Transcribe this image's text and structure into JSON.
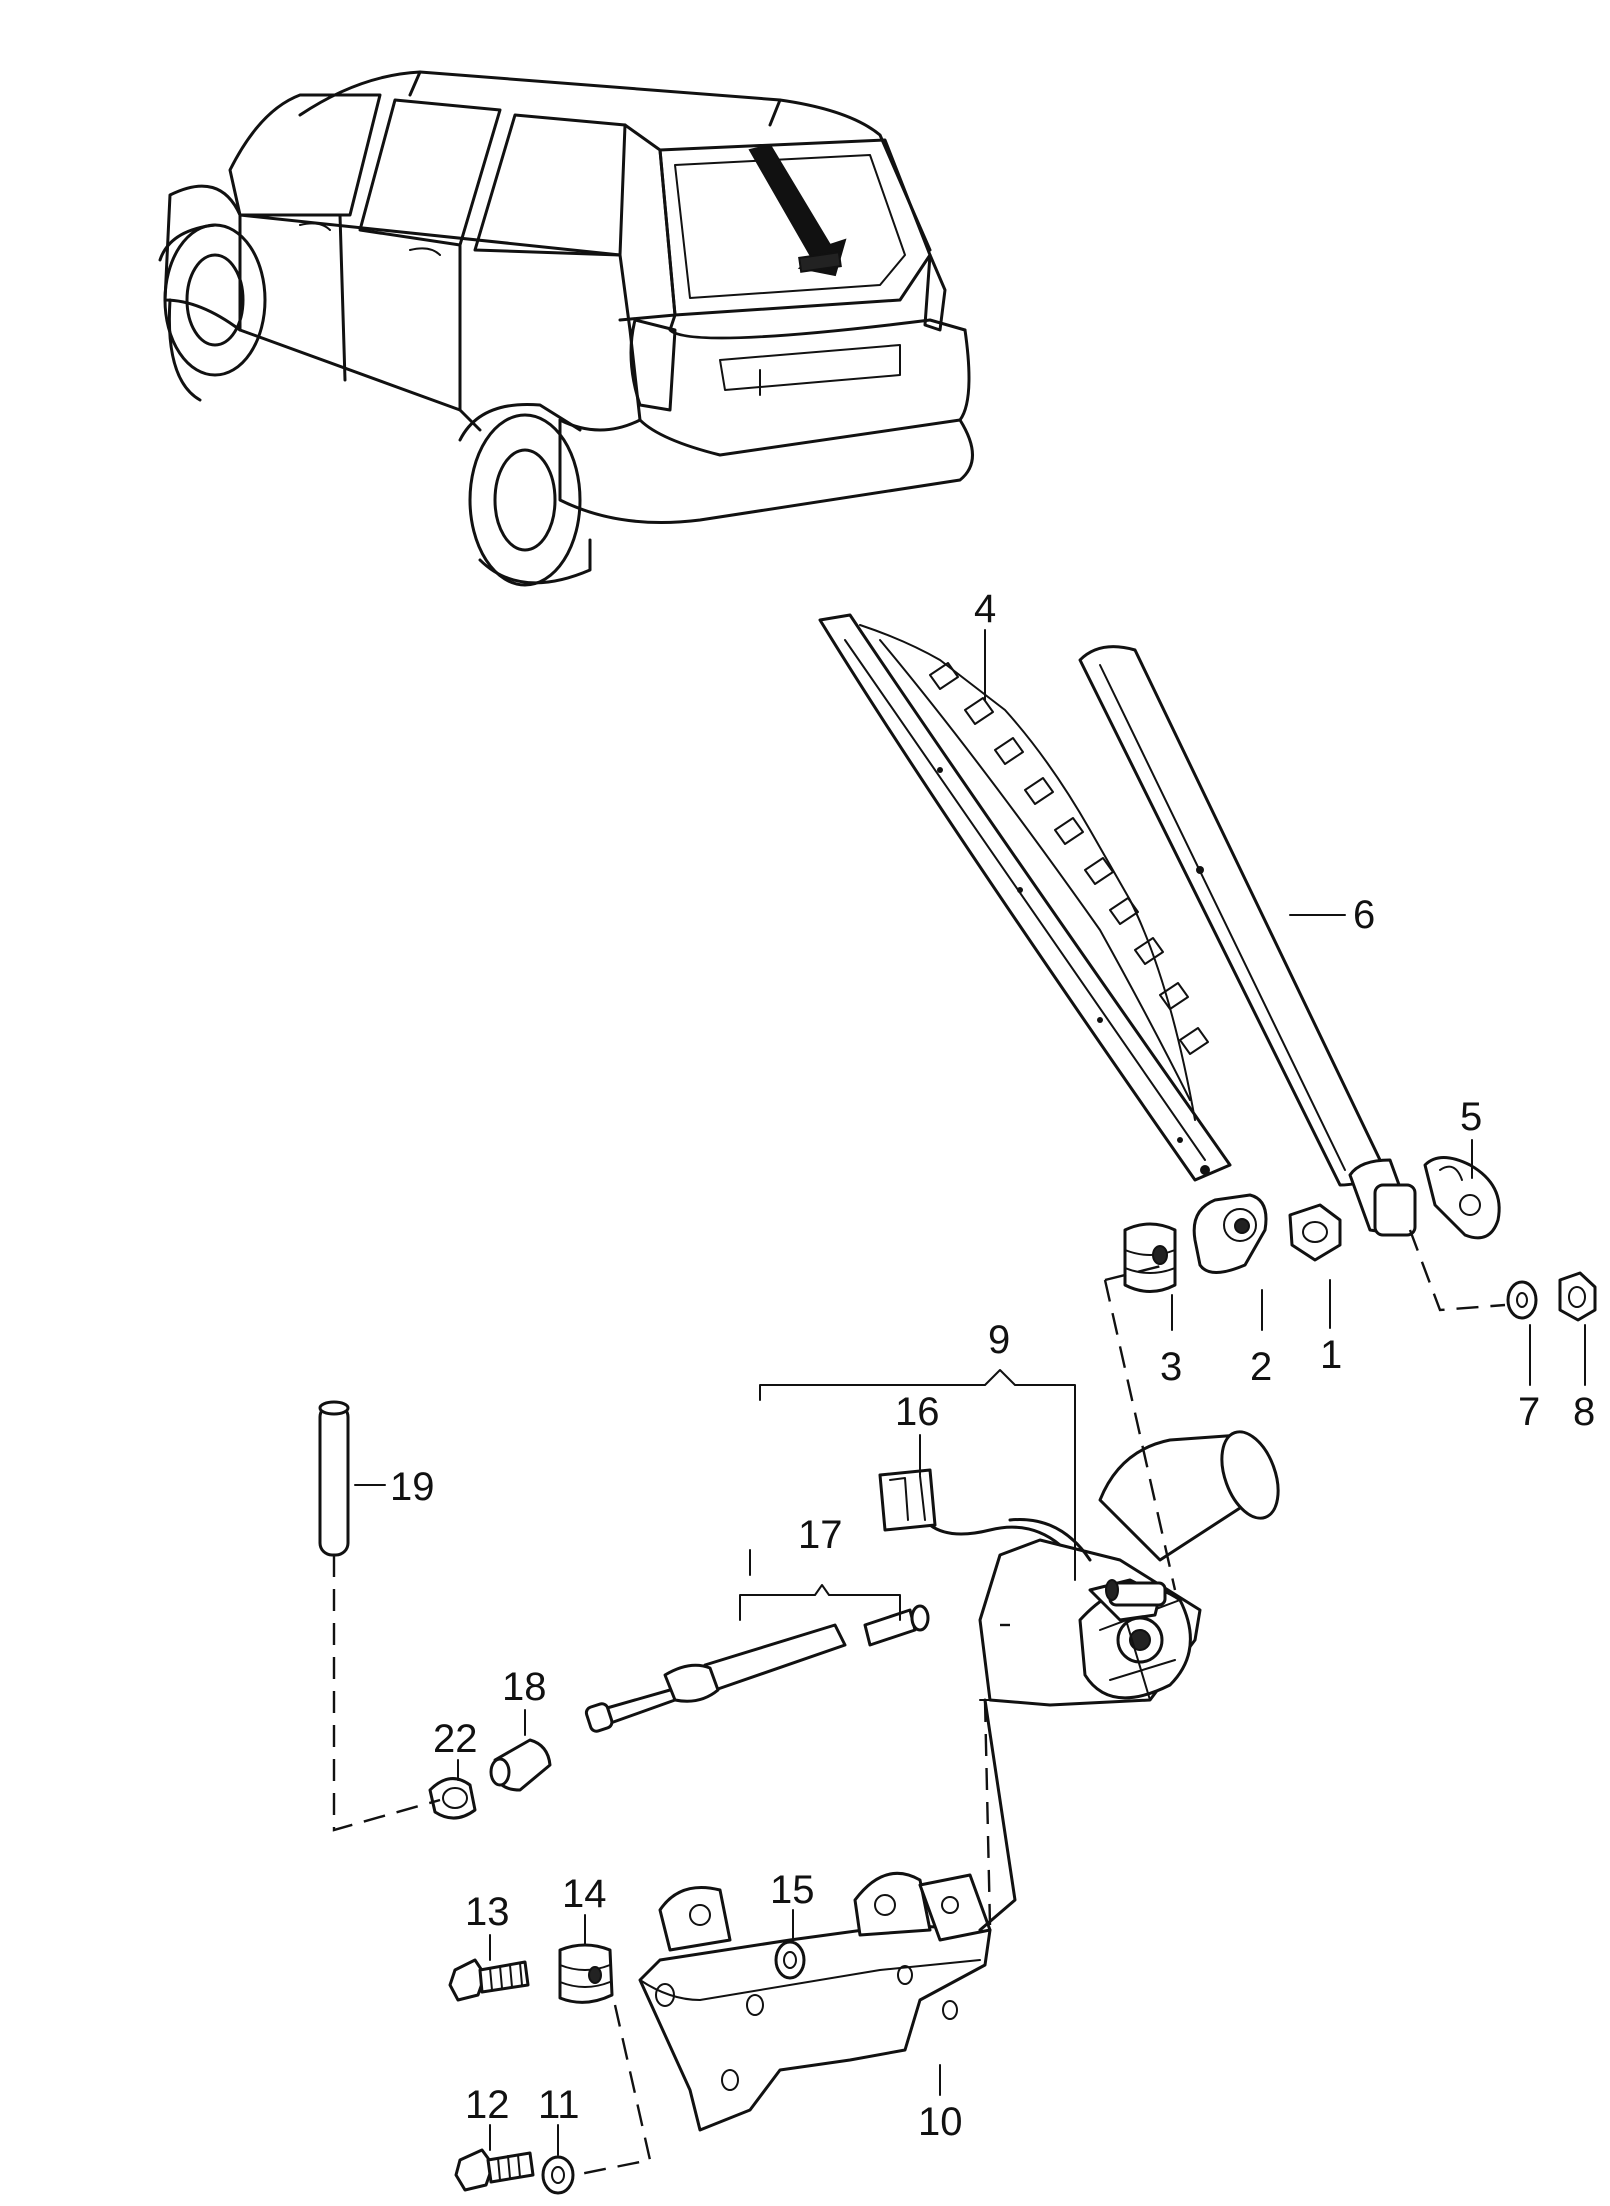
{
  "diagram": {
    "callouts": [
      {
        "id": "1",
        "text": "1"
      },
      {
        "id": "2",
        "text": "2"
      },
      {
        "id": "3",
        "text": "3"
      },
      {
        "id": "4",
        "text": "4"
      },
      {
        "id": "5",
        "text": "5"
      },
      {
        "id": "6",
        "text": "6"
      },
      {
        "id": "7",
        "text": "7"
      },
      {
        "id": "8",
        "text": "8"
      },
      {
        "id": "9",
        "text": "9"
      },
      {
        "id": "10",
        "text": "10"
      },
      {
        "id": "11",
        "text": "11"
      },
      {
        "id": "12",
        "text": "12"
      },
      {
        "id": "13",
        "text": "13"
      },
      {
        "id": "14",
        "text": "14"
      },
      {
        "id": "15",
        "text": "15"
      },
      {
        "id": "16",
        "text": "16"
      },
      {
        "id": "17",
        "text": "17"
      },
      {
        "id": "18",
        "text": "18"
      },
      {
        "id": "19",
        "text": "19"
      },
      {
        "id": "22",
        "text": "22"
      }
    ]
  }
}
